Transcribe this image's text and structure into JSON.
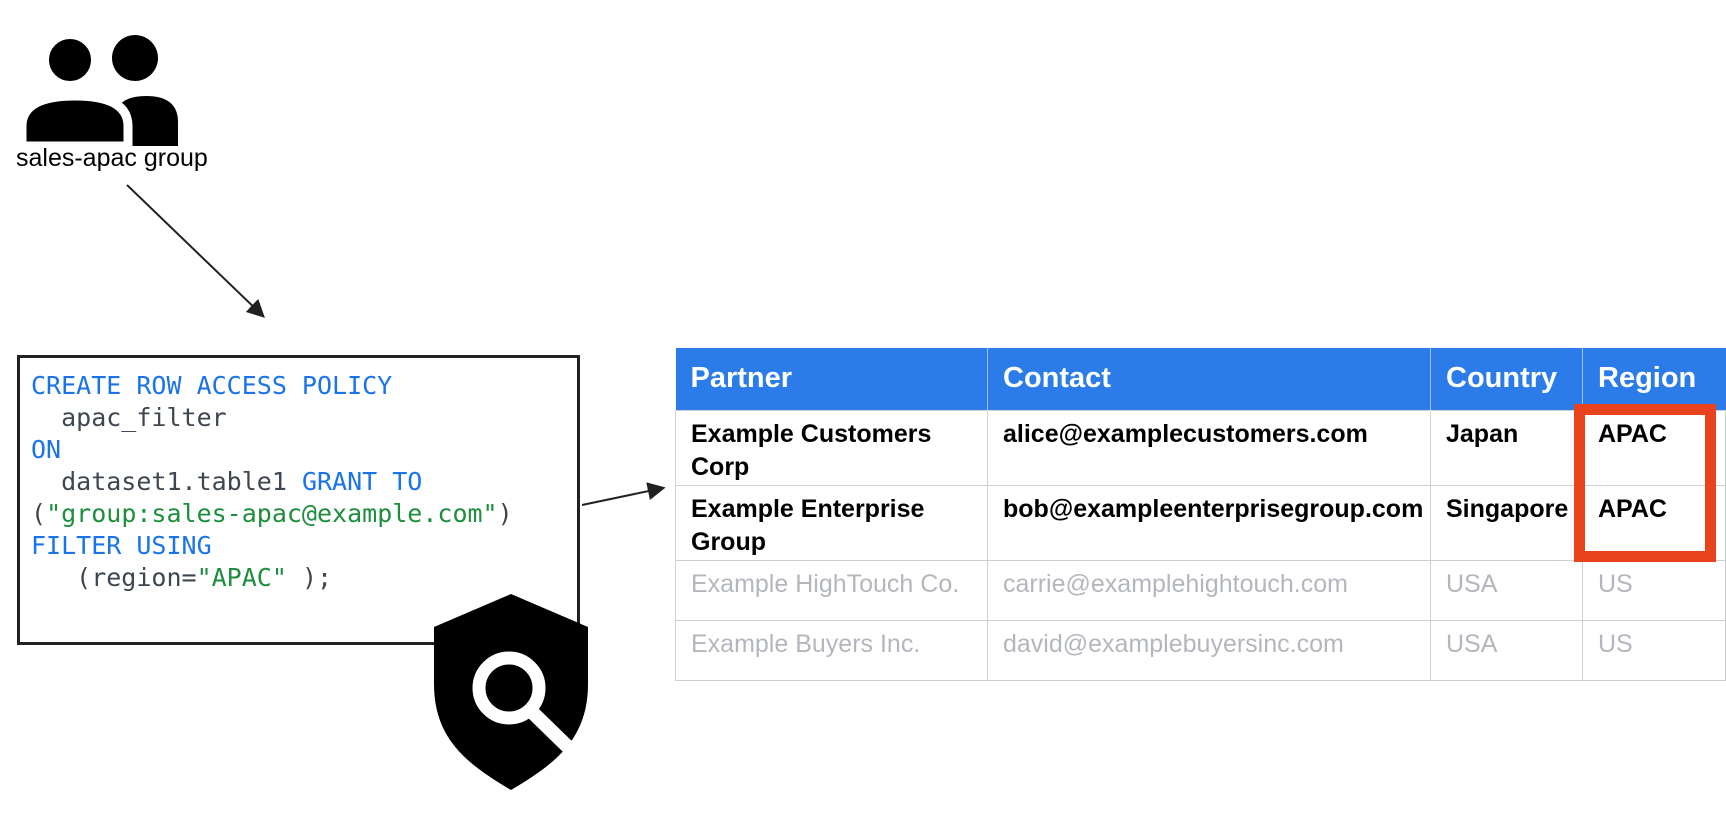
{
  "group": {
    "label": "sales-apac group"
  },
  "code": {
    "lines": [
      [
        {
          "t": "CREATE ROW ACCESS POLICY",
          "c": "kw"
        }
      ],
      [
        {
          "t": "  apac_filter",
          "c": "id"
        }
      ],
      [
        {
          "t": "ON",
          "c": "kw"
        }
      ],
      [
        {
          "t": "  dataset1.table1 ",
          "c": "id"
        },
        {
          "t": "GRANT TO",
          "c": "kw"
        }
      ],
      [
        {
          "t": "(",
          "c": "id"
        },
        {
          "t": "\"group:sales-apac@example.com\"",
          "c": "str"
        },
        {
          "t": ")",
          "c": "id"
        }
      ],
      [
        {
          "t": "FILTER USING",
          "c": "kw"
        }
      ],
      [
        {
          "t": "   (region=",
          "c": "id"
        },
        {
          "t": "\"APAC\"",
          "c": "str"
        },
        {
          "t": " );",
          "c": "id"
        }
      ]
    ]
  },
  "table": {
    "columns": [
      "Partner",
      "Contact",
      "Country",
      "Region"
    ],
    "rows": [
      {
        "partner": "Example Customers Corp",
        "contact": "alice@examplecustomers.com",
        "country": "Japan",
        "region": "APAC",
        "granted": true
      },
      {
        "partner": "Example Enterprise Group",
        "contact": "bob@exampleenterprisegroup.com",
        "country": "Singapore",
        "region": "APAC",
        "granted": true
      },
      {
        "partner": "Example HighTouch Co.",
        "contact": "carrie@examplehightouch.com",
        "country": "USA",
        "region": "US",
        "granted": false
      },
      {
        "partner": "Example Buyers Inc.",
        "contact": "david@examplebuyersinc.com",
        "country": "USA",
        "region": "US",
        "granted": false
      }
    ]
  },
  "colors": {
    "header_blue": "#2b7ce9",
    "code_keyword_blue": "#1a73e8",
    "code_string_green": "#1e8e3e",
    "code_plain": "#3e4750",
    "muted_row_gray": "#b3b7bd",
    "highlight_red": "#e8431c",
    "icon_black": "#000000"
  }
}
